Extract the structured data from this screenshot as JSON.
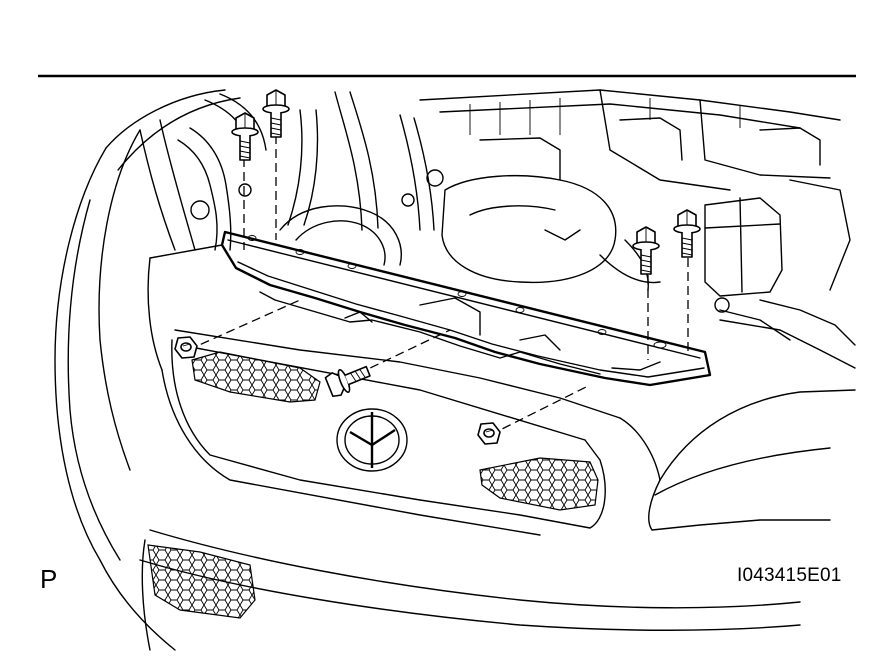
{
  "figure": {
    "view_label": "P",
    "figure_id": "I043415E01"
  },
  "colors": {
    "line": "#000000",
    "background": "#ffffff"
  },
  "parts": {
    "vertical_bolts": 4,
    "grille_clips": 2,
    "grille_bolt": 1
  }
}
